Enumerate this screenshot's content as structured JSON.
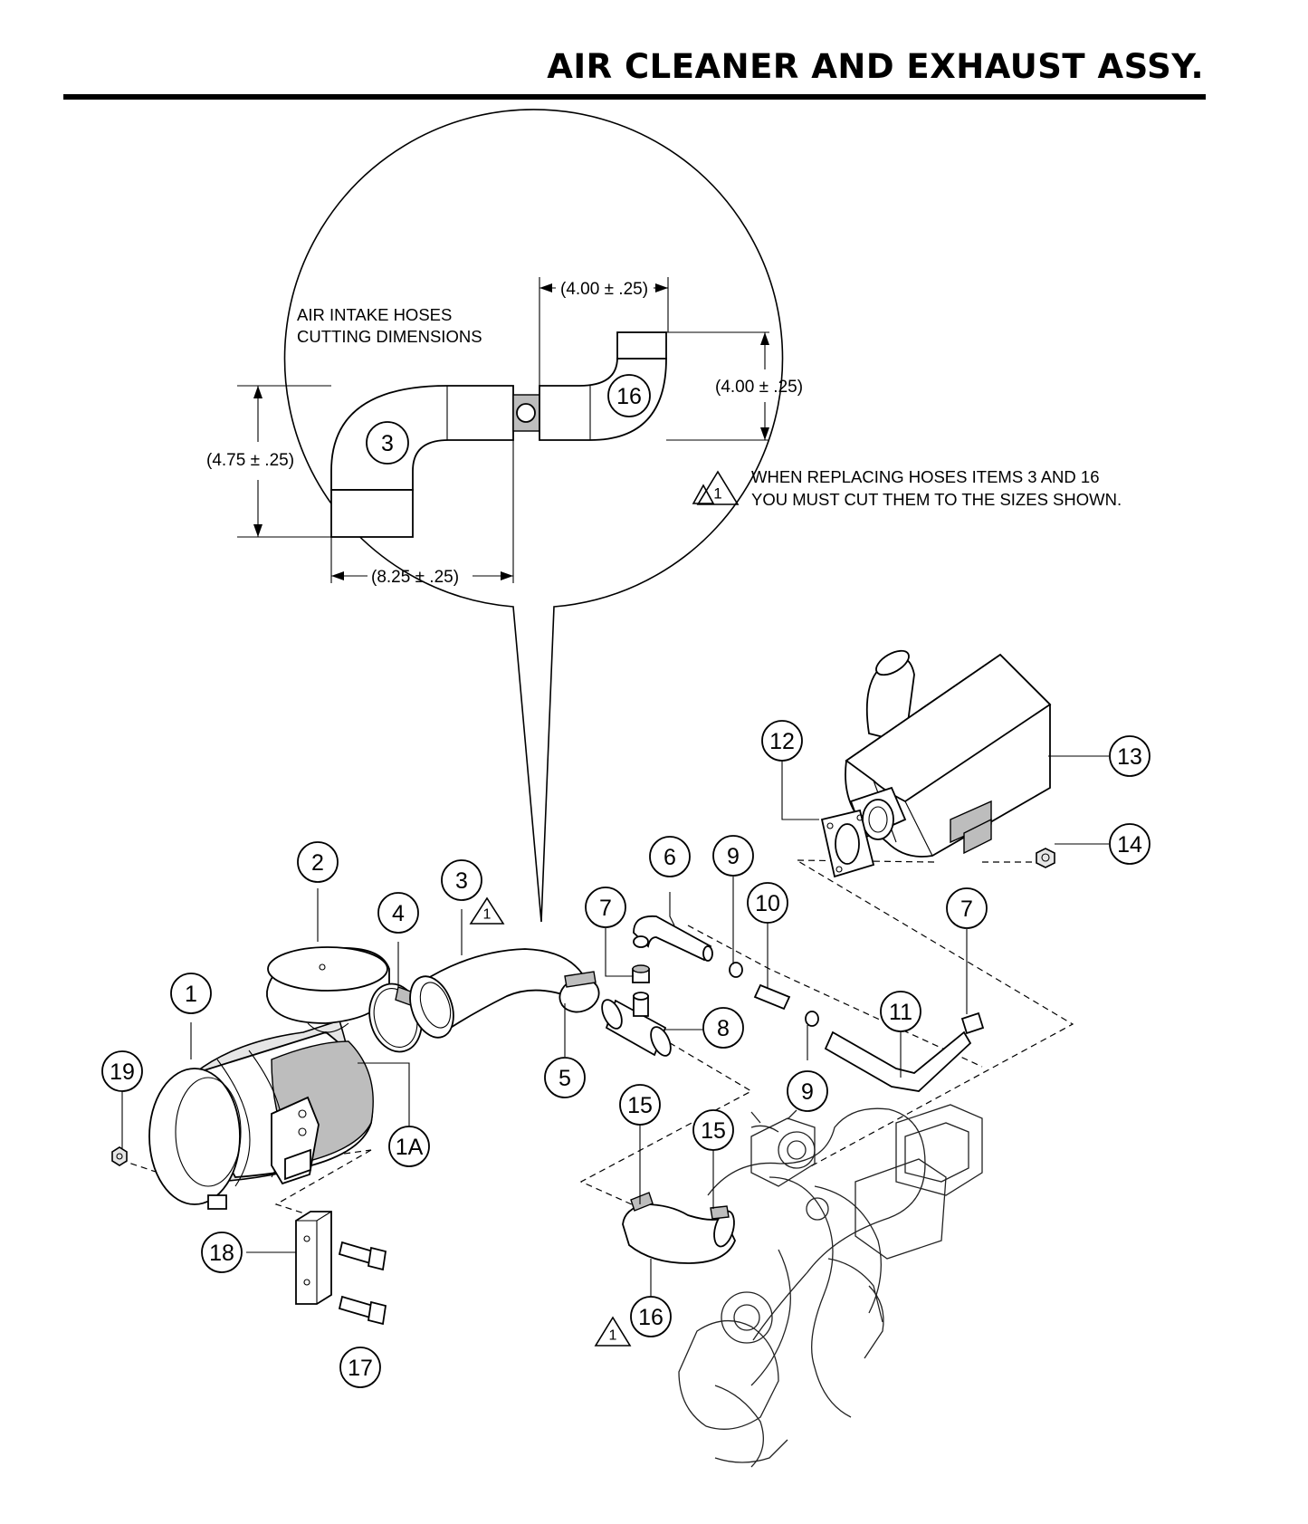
{
  "header": {
    "title": "AIR CLEANER AND EXHAUST ASSY."
  },
  "detail": {
    "title_line1": "AIR INTAKE HOSES",
    "title_line2": "CUTTING DIMENSIONS",
    "dim_top": "(4.00 ± .25)",
    "dim_right": "(4.00 ± .25)",
    "dim_left": "(4.75 ± .25)",
    "dim_bottom": "(8.25 ± .25)",
    "hose_left_label": "3",
    "hose_right_label": "16"
  },
  "note": {
    "symbol": "1",
    "line1": "WHEN REPLACING HOSES ITEMS 3 AND 16",
    "line2": "YOU MUST CUT THEM TO THE SIZES SHOWN."
  },
  "callouts": [
    {
      "id": "c1",
      "label": "1"
    },
    {
      "id": "c1a",
      "label": "1A"
    },
    {
      "id": "c2",
      "label": "2"
    },
    {
      "id": "c3",
      "label": "3"
    },
    {
      "id": "c4",
      "label": "4"
    },
    {
      "id": "c5",
      "label": "5"
    },
    {
      "id": "c6",
      "label": "6"
    },
    {
      "id": "c7a",
      "label": "7"
    },
    {
      "id": "c7b",
      "label": "7"
    },
    {
      "id": "c8",
      "label": "8"
    },
    {
      "id": "c9a",
      "label": "9"
    },
    {
      "id": "c9b",
      "label": "9"
    },
    {
      "id": "c10",
      "label": "10"
    },
    {
      "id": "c11",
      "label": "11"
    },
    {
      "id": "c12",
      "label": "12"
    },
    {
      "id": "c13",
      "label": "13"
    },
    {
      "id": "c14",
      "label": "14"
    },
    {
      "id": "c15a",
      "label": "15"
    },
    {
      "id": "c15b",
      "label": "15"
    },
    {
      "id": "c16",
      "label": "16"
    },
    {
      "id": "c17",
      "label": "17"
    },
    {
      "id": "c18",
      "label": "18"
    },
    {
      "id": "c19",
      "label": "19"
    }
  ],
  "warning_marks": [
    {
      "id": "w3",
      "symbol": "1"
    },
    {
      "id": "w16",
      "symbol": "1"
    }
  ]
}
